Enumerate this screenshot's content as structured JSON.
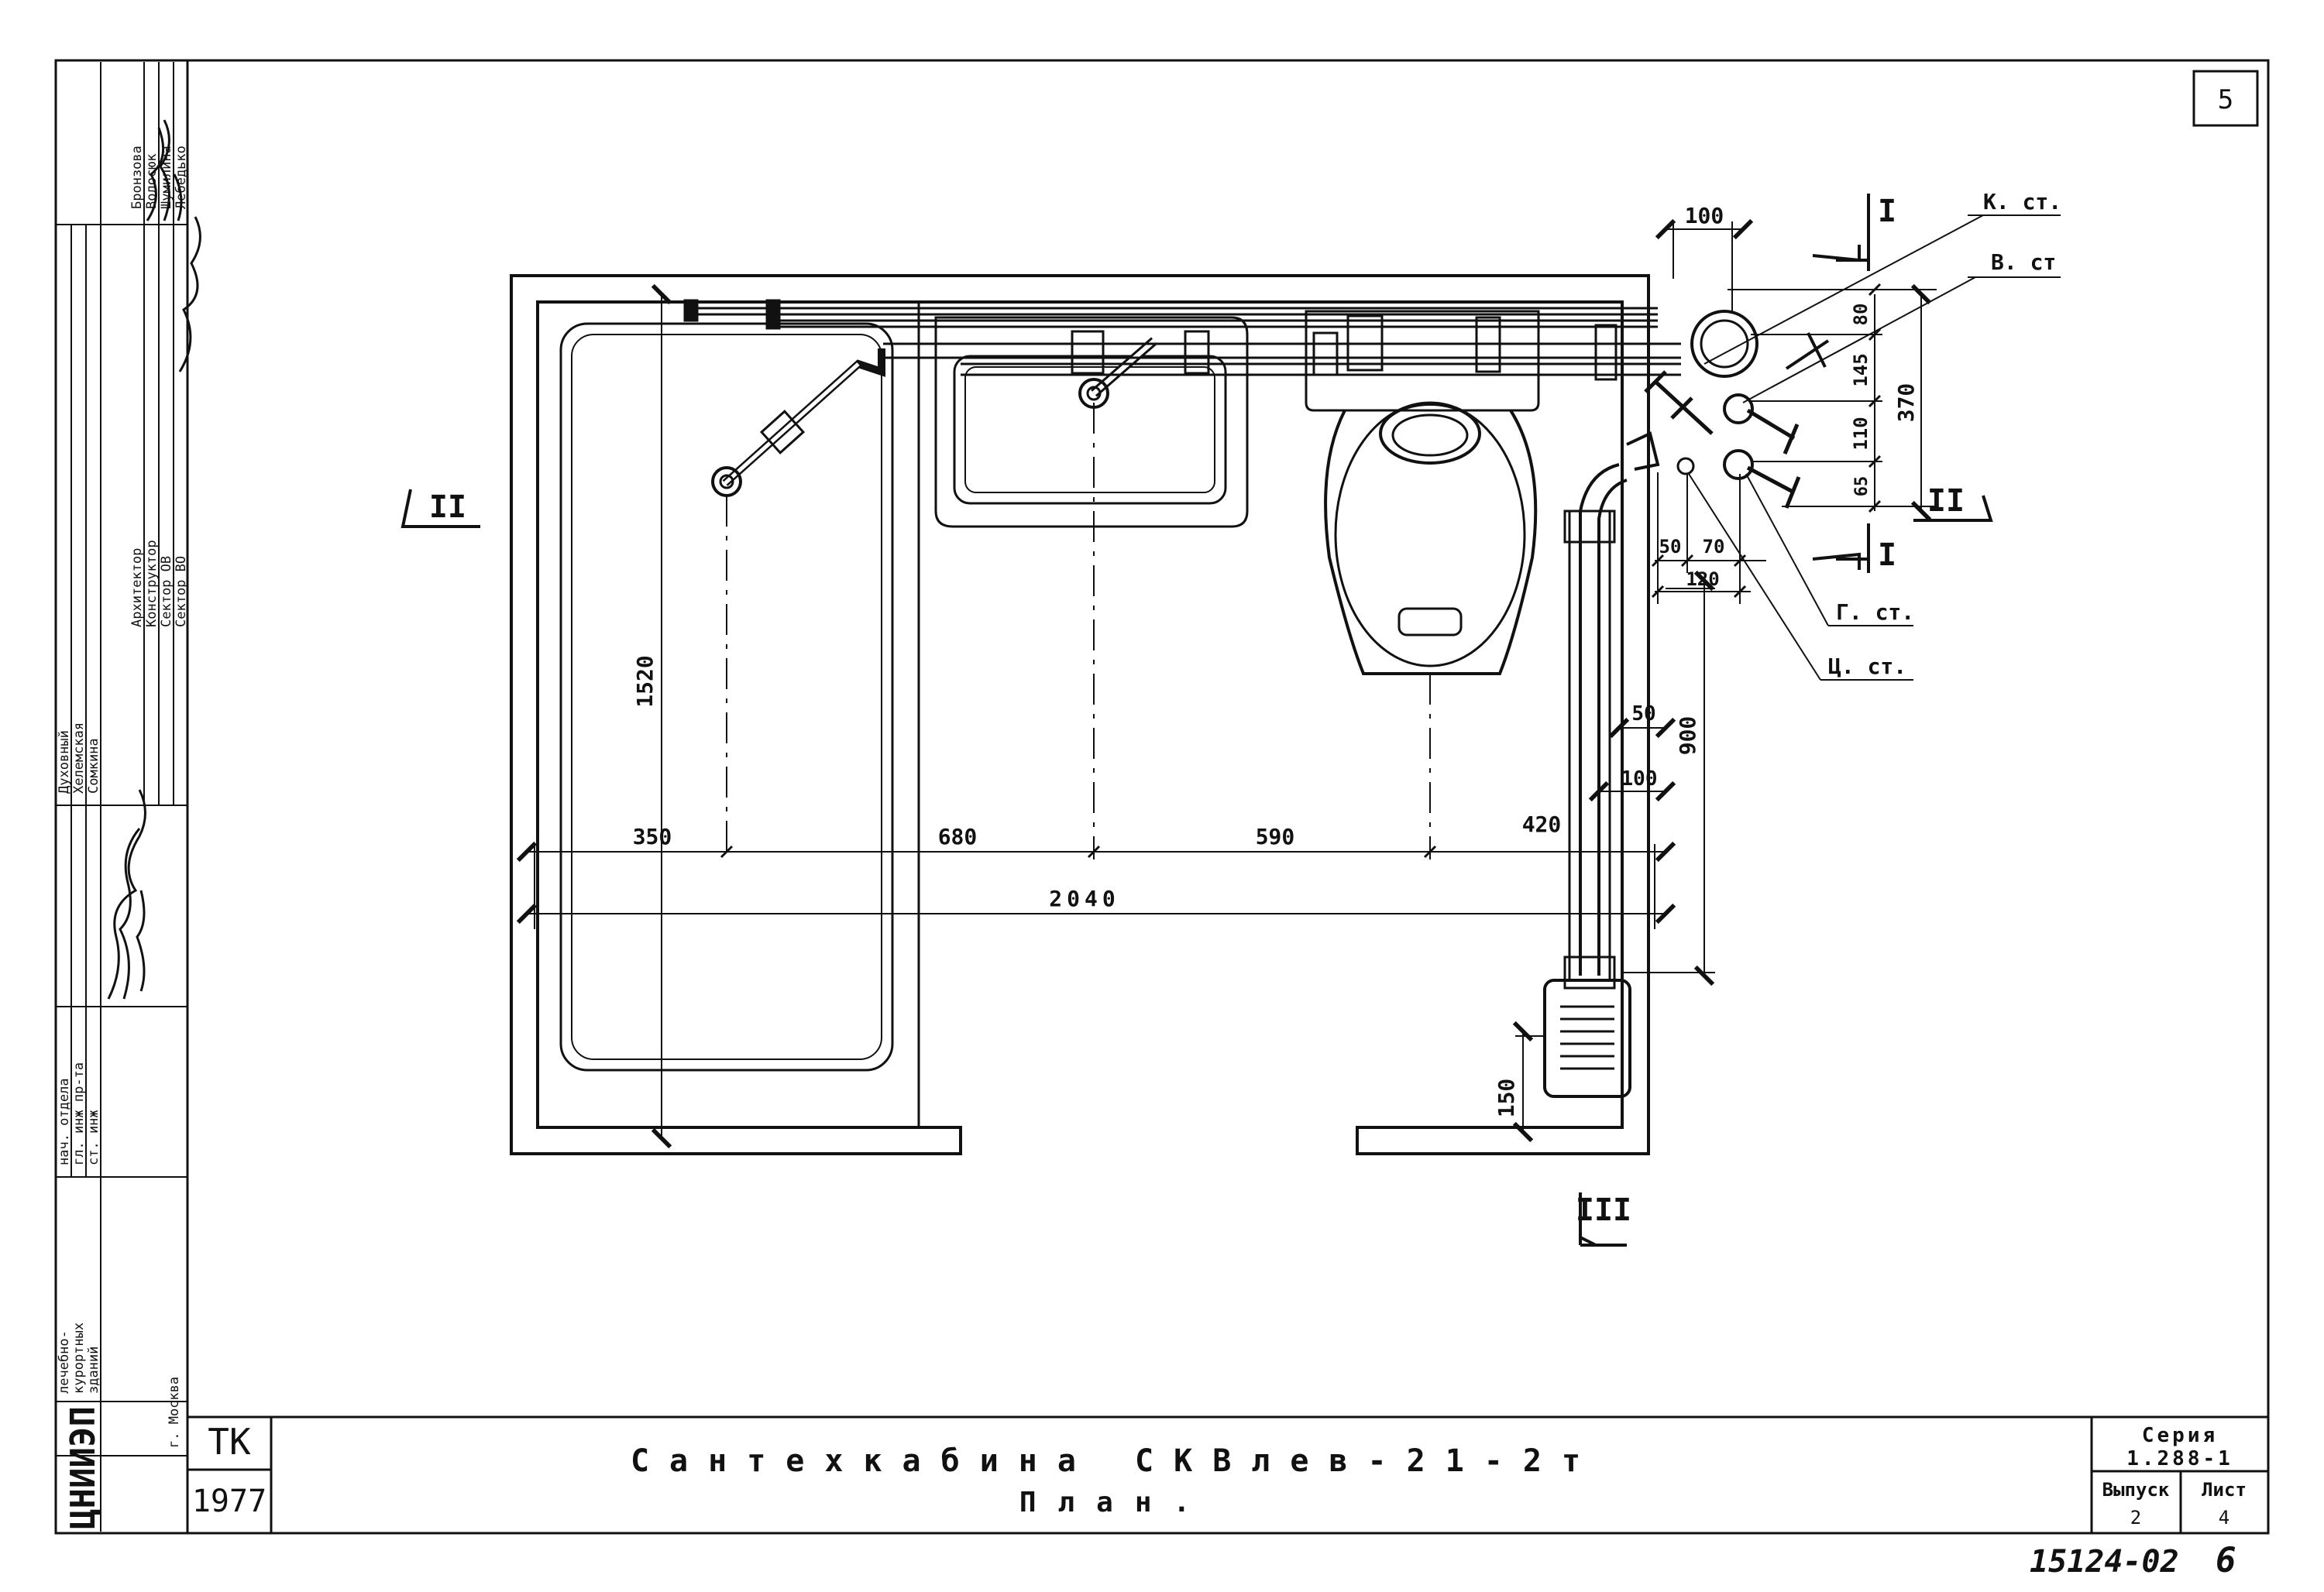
{
  "sheet": {
    "page_number": "5",
    "archive_code": "15124-02",
    "archive_sheet": "6"
  },
  "title_block": {
    "code": "ТК",
    "year": "1977",
    "title_line1": "Сантехкабина СКВлев-21-2т",
    "title_line2": "План.",
    "series_label": "Серия",
    "series_value": "1.288-1",
    "issue_label": "Выпуск",
    "issue_value": "2",
    "sheet_label": "Лист",
    "sheet_value": "4"
  },
  "side_stamp": {
    "org_logo": "ЦНИИЭП",
    "org_lines": [
      "лечебно-",
      "курортных",
      "зданий"
    ],
    "city": "г. Москва",
    "roles": [
      "нач. отдела",
      "гл. инж пр-та",
      "ст. инж"
    ],
    "names": [
      "Духовный",
      "Хелемская",
      "Сомкина"
    ],
    "roles_right": [
      "Архитектор",
      "Конструктор",
      "Сектор ОВ",
      "Сектор ВО"
    ],
    "names_right": [
      "Бронзова",
      "Волосюк",
      "Шумилина",
      "Лебедько"
    ]
  },
  "risers": {
    "k": "К. ст.",
    "v": "В. ст",
    "g": "Г. ст.",
    "c": "Ц. ст."
  },
  "sections": {
    "s1": "I",
    "s2": "II",
    "s3": "III"
  },
  "dimensions": {
    "d350": "350",
    "d680": "680",
    "d590": "590",
    "d420": "420",
    "d2040": "2040",
    "d1520": "1520",
    "d900": "900",
    "d150": "150",
    "d100_top": "100",
    "d80": "80",
    "d145": "145",
    "d110": "110",
    "d65": "65",
    "d370": "370",
    "d50_bottom": "50",
    "d70": "70",
    "d120": "120",
    "d50_right": "50",
    "d100_right": "100"
  }
}
